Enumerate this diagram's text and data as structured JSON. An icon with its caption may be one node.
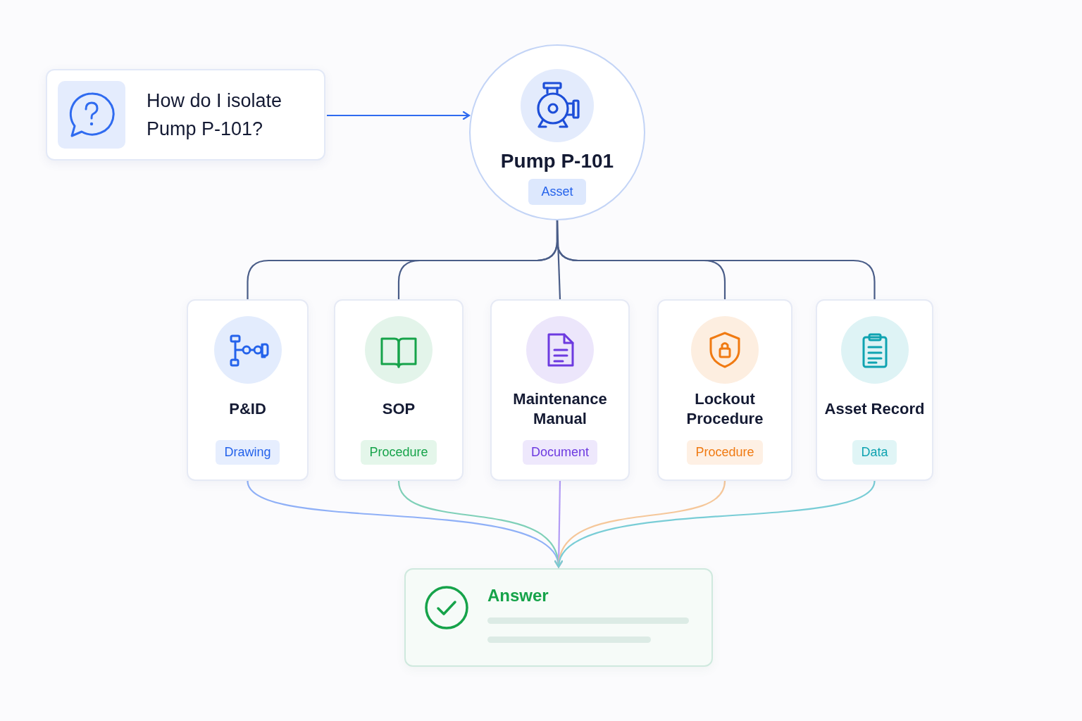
{
  "diagram": {
    "nodes": [
      {
        "text": [
          "How do I isolate Pump P-101?"
        ]
      },
      {
        "text": [
          "Pump P-101",
          "Asset"
        ]
      },
      {
        "text": [
          "P&ID",
          "Drawing"
        ]
      },
      {
        "text": [
          "SOP",
          "Procedure"
        ]
      },
      {
        "text": [
          "Maintenance Manual",
          "Document"
        ]
      },
      {
        "text": [
          "Lockout Procedure",
          "Procedure"
        ]
      },
      {
        "text": [
          "Asset Record",
          "Data"
        ]
      },
      {
        "text": [
          "Answer"
        ]
      }
    ],
    "edges": [
      {
        "from": 0,
        "to": 1,
        "arrow": "to",
        "color": "#2f6bf0"
      },
      {
        "from": 1,
        "to": 2,
        "arrow": "none"
      },
      {
        "from": 1,
        "to": 3,
        "arrow": "none"
      },
      {
        "from": 1,
        "to": 4,
        "arrow": "none"
      },
      {
        "from": 1,
        "to": 5,
        "arrow": "none"
      },
      {
        "from": 1,
        "to": 6,
        "arrow": "none"
      },
      {
        "from": 2,
        "to": 7,
        "arrow": "to",
        "color": "#8fb0f7"
      },
      {
        "from": 3,
        "to": 7,
        "arrow": "to",
        "color": "#7fd0b8"
      },
      {
        "from": 4,
        "to": 7,
        "arrow": "to",
        "color": "#b39cf5"
      },
      {
        "from": 5,
        "to": 7,
        "arrow": "to",
        "color": "#f5c79a"
      },
      {
        "from": 6,
        "to": 7,
        "arrow": "to",
        "color": "#79cdd6"
      }
    ]
  }
}
